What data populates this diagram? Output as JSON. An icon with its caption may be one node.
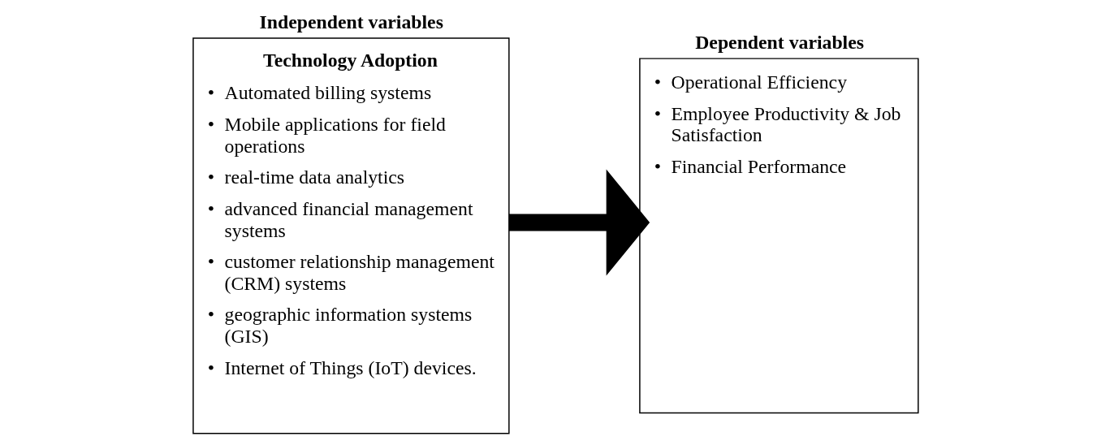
{
  "diagram": {
    "nodes": [
      {
        "text": [
          "Independent variables",
          "Technology Adoption",
          "• Automated billing systems",
          "• Mobile applications for field operations",
          "• real-time data analytics",
          "• advanced financial management systems",
          "• customer relationship management (CRM) systems",
          "• geographic information systems (GIS)",
          "• Internet of Things (IoT) devices."
        ]
      },
      {
        "text": [
          "Dependent variables",
          "• Operational Efficiency",
          "• Employee Productivity & Job Satisfaction",
          "• Financial Performance"
        ]
      }
    ],
    "edges": [
      {
        "from": 0,
        "to": 1,
        "arrow": "to"
      }
    ]
  }
}
